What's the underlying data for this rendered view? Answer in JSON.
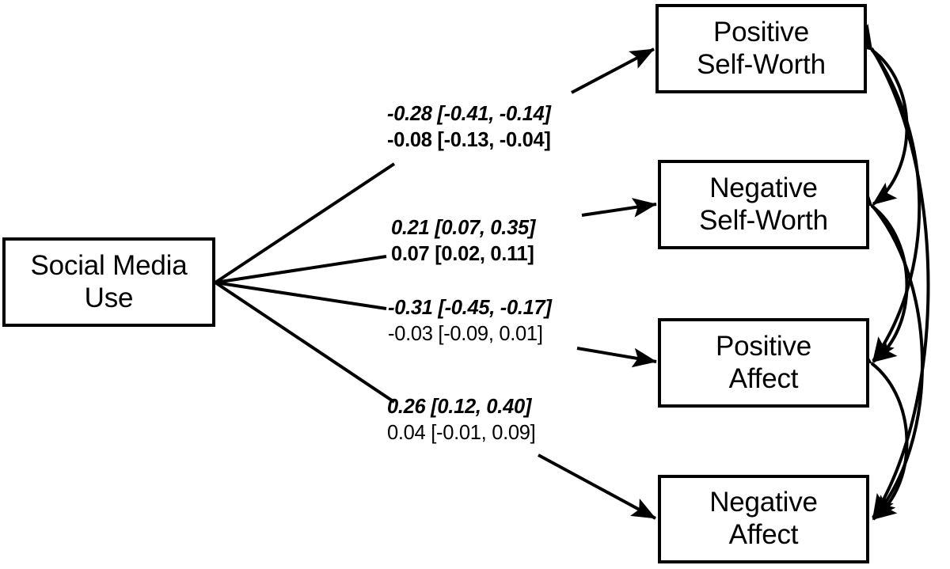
{
  "diagram": {
    "type": "path-diagram",
    "title": "Social Media Use path model",
    "predictor": {
      "id": "social-media-use",
      "label": "Social Media\nUse"
    },
    "outcomes": [
      {
        "id": "positive-self-worth",
        "label": "Positive\nSelf-Worth"
      },
      {
        "id": "negative-self-worth",
        "label": "Negative\nSelf-Worth"
      },
      {
        "id": "positive-affect",
        "label": "Positive\nAffect"
      },
      {
        "id": "negative-affect",
        "label": "Negative\nAffect"
      }
    ],
    "paths": [
      {
        "id": "path-positive-self-worth",
        "target": "positive-self-worth",
        "between_estimate": "-0.28 [-0.41, -0.14]",
        "within_estimate": "-0.08 [-0.13, -0.04]",
        "within_significant": true
      },
      {
        "id": "path-negative-self-worth",
        "target": "negative-self-worth",
        "between_estimate": "0.21 [0.07, 0.35]",
        "within_estimate": "0.07 [0.02, 0.11]",
        "within_significant": true
      },
      {
        "id": "path-positive-affect",
        "target": "positive-affect",
        "between_estimate": "-0.31 [-0.45, -0.17]",
        "within_estimate": "-0.03 [-0.09, 0.01]",
        "within_significant": false
      },
      {
        "id": "path-negative-affect",
        "target": "negative-affect",
        "between_estimate": "0.26 [0.12, 0.40]",
        "within_estimate": "0.04 [-0.01, 0.09]",
        "within_significant": false
      }
    ],
    "correlations": [
      {
        "id": "corr-psw-nsw",
        "from": "positive-self-worth",
        "to": "negative-self-worth"
      },
      {
        "id": "corr-psw-pa",
        "from": "positive-self-worth",
        "to": "positive-affect"
      },
      {
        "id": "corr-psw-na",
        "from": "positive-self-worth",
        "to": "negative-affect"
      },
      {
        "id": "corr-nsw-pa",
        "from": "negative-self-worth",
        "to": "positive-affect"
      },
      {
        "id": "corr-nsw-na",
        "from": "negative-self-worth",
        "to": "negative-affect"
      },
      {
        "id": "corr-pa-na",
        "from": "positive-affect",
        "to": "negative-affect"
      }
    ],
    "colors": {
      "stroke": "#000000",
      "background": "#ffffff",
      "text": "#000000"
    }
  }
}
